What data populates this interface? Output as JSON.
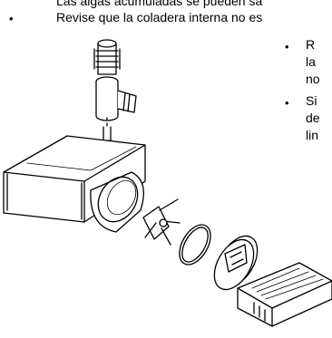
{
  "doc": {
    "line_top": "Las algas acumuladas se pueden sa",
    "line_bullet": "Revise que la coladera interna no es",
    "right_col": [
      "R",
      "la",
      "no",
      "Si",
      "de",
      "lin"
    ],
    "bullet_symbol": "•"
  }
}
